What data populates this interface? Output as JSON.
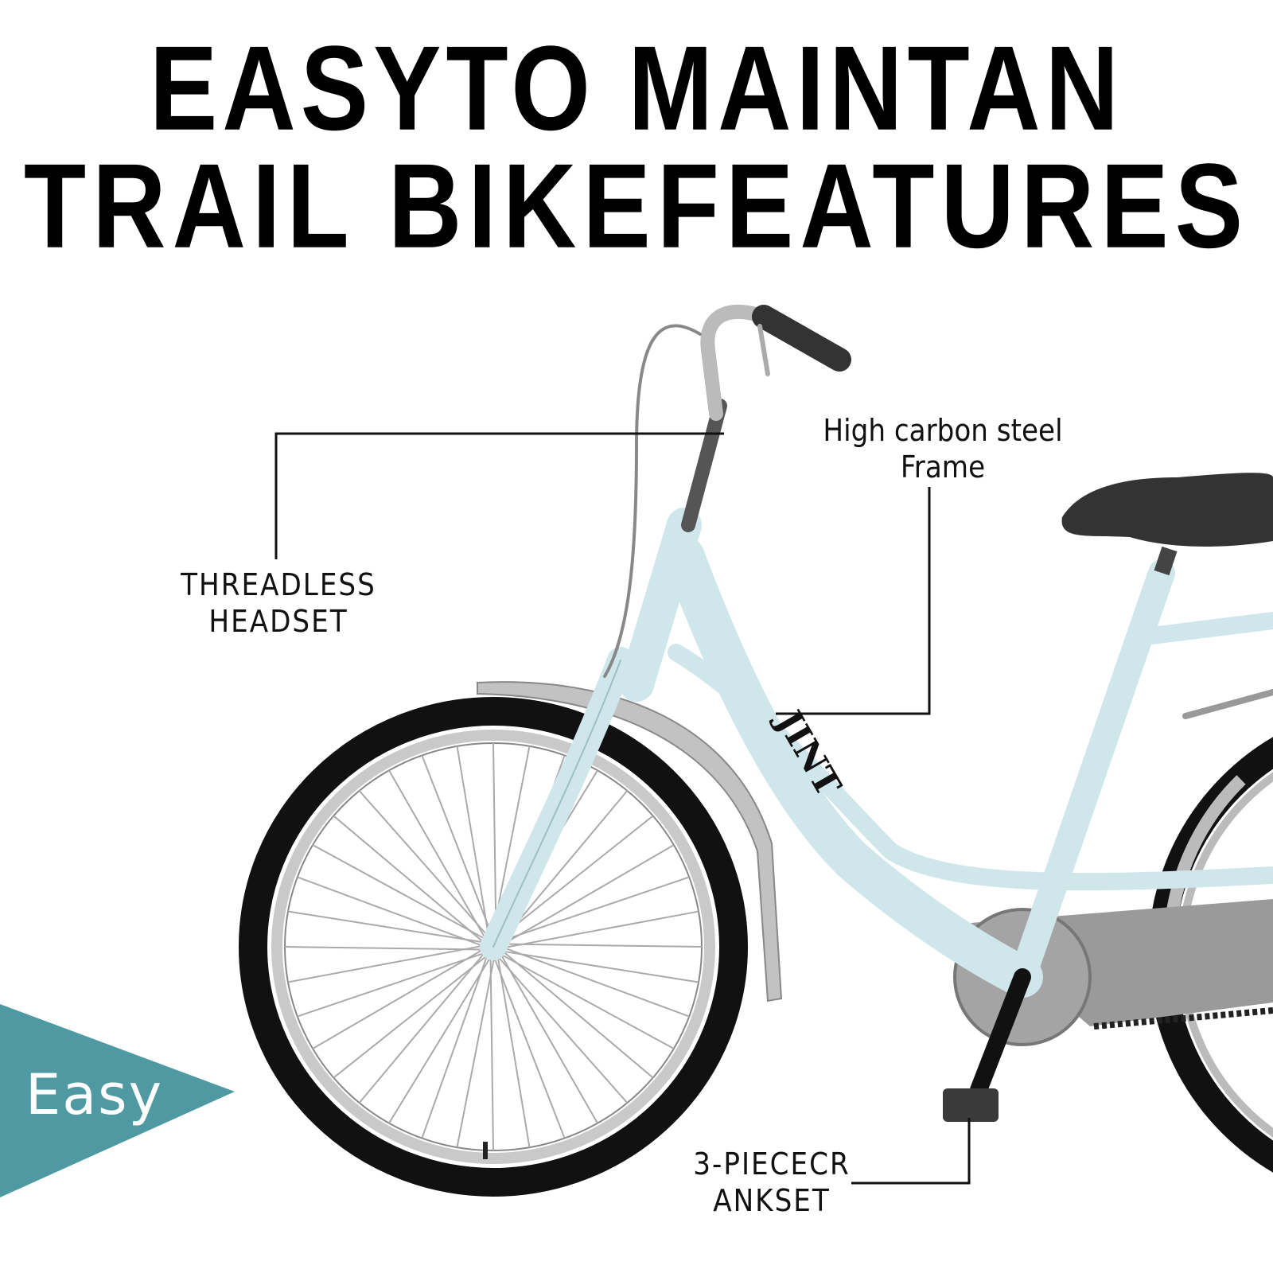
{
  "headline": {
    "line1": "EASYTO MAINTAN",
    "line2": "TRAIL BIKEFEATURES"
  },
  "callouts": {
    "headset": {
      "line1": "THREADLESS",
      "line2": "HEADSET"
    },
    "frame": {
      "line1": "High carbon steel",
      "line2": "Frame"
    },
    "crankset": {
      "line1": "3-PIECECR",
      "line2": "ANKSET"
    }
  },
  "badge": {
    "label": "Easy",
    "color": "#4f9aa2"
  },
  "bike": {
    "brand": "JINT",
    "frame_color": "#cfe6ea"
  }
}
